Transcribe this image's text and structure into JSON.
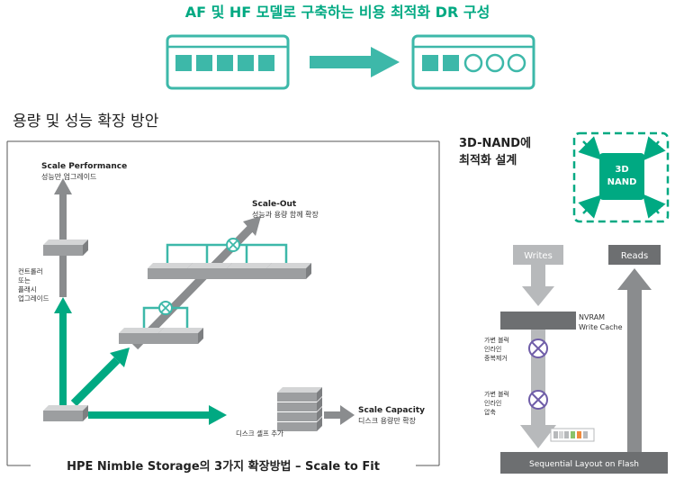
{
  "top": {
    "title": "AF 및 HF 모델로 구축하는 비용 최적화 DR 구성"
  },
  "section": {
    "title": "용량 및 성능 확장 방안"
  },
  "diagram": {
    "scale_performance": {
      "title": "Scale Performance",
      "sub": "성능만 업그레이드"
    },
    "controller_upgrade": [
      "컨트롤러",
      "또는",
      "플래시",
      "업그레이드"
    ],
    "scale_out": {
      "title": "Scale-Out",
      "sub": "성능과 용량 함께 확장"
    },
    "disk_shelf": "디스크 셸프 추가",
    "scale_capacity": {
      "title": "Scale Capacity",
      "sub": "디스크 용량만 확장"
    },
    "caption": "HPE Nimble Storage의 3가지 확장방법 – Scale to Fit"
  },
  "nand": {
    "title_line1": "3D-NAND에",
    "title_line2": "최적화 설계",
    "chip_line1": "3D",
    "chip_line2": "NAND"
  },
  "flow": {
    "writes": "Writes",
    "reads": "Reads",
    "nvram_line1": "NVRAM",
    "nvram_line2": "Write Cache",
    "dedupe": [
      "가변 블럭",
      "인라인",
      "중복제거"
    ],
    "compress": [
      "가변 블럭",
      "인라인",
      "압축"
    ],
    "sequential": "Sequential Layout on Flash"
  },
  "colors": {
    "teal": "#00a982",
    "teal_light": "#3db8a9",
    "gray": "#8a8c8e",
    "light_gray": "#b7b9bb",
    "dark_gray": "#6d6f71",
    "purple": "#6f5da8"
  }
}
